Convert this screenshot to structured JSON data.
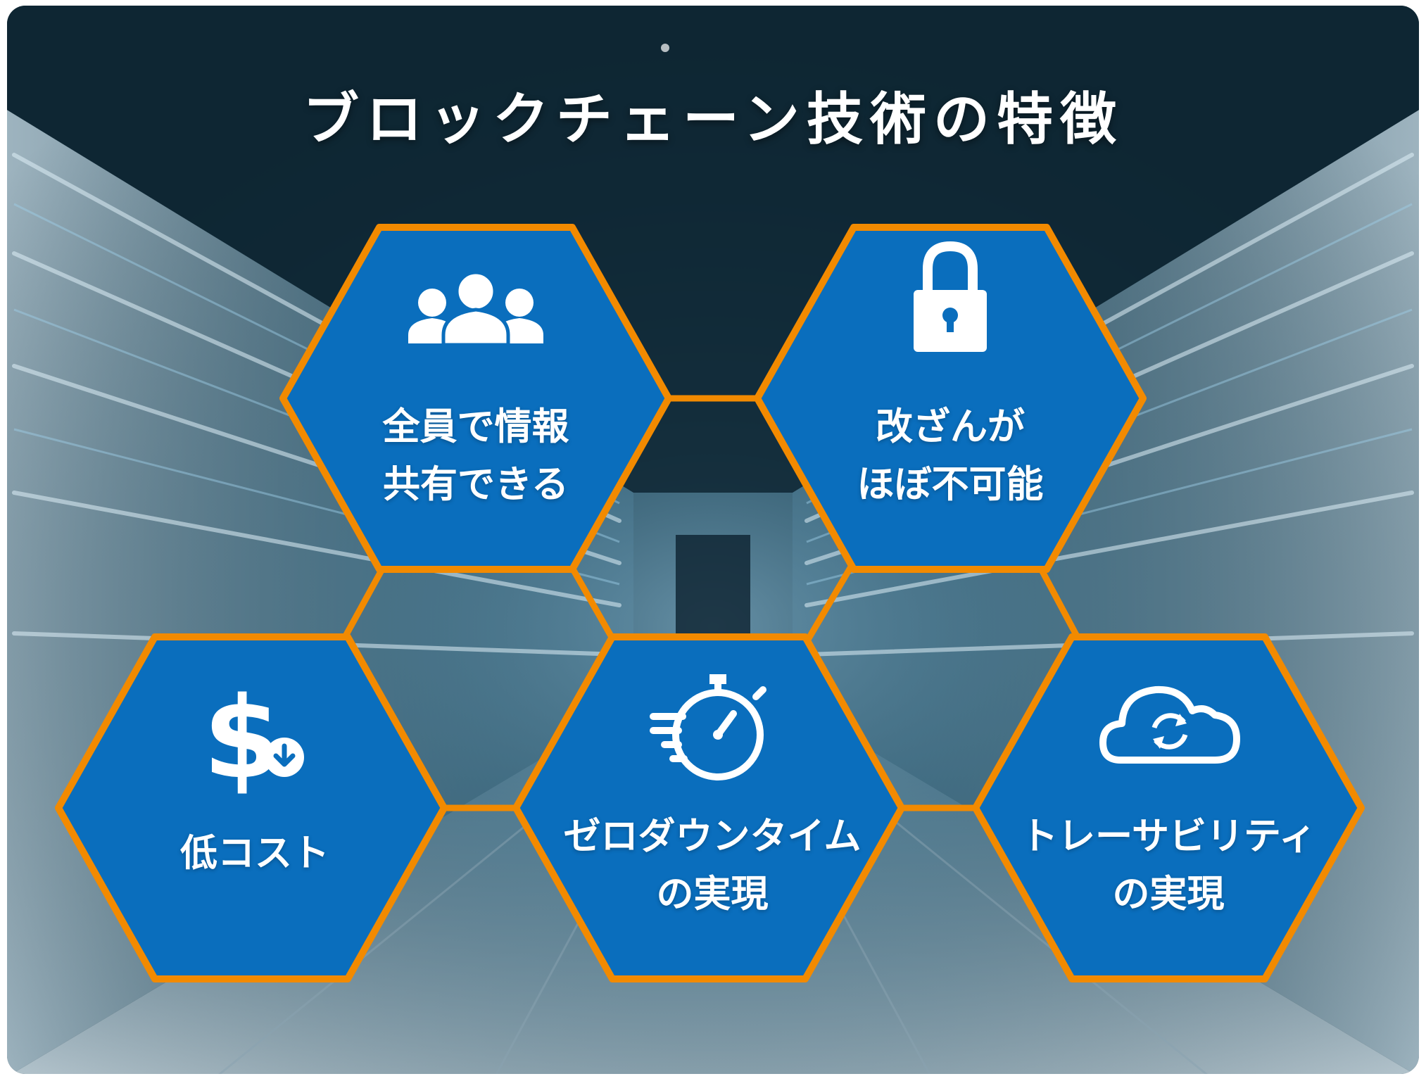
{
  "title": "ブロックチェーン技術の特徴",
  "colors": {
    "hex_fill": "#0a6ebd",
    "hex_border": "#f28a00",
    "connector": "#f28a00",
    "background_dark": "#0d2733",
    "text": "#ffffff"
  },
  "features": [
    {
      "icon": "users-icon",
      "lines": [
        "全員で情報",
        "共有できる"
      ]
    },
    {
      "icon": "lock-icon",
      "lines": [
        "改ざんが",
        "ほぼ不可能"
      ]
    },
    {
      "icon": "dollar-down-icon",
      "lines": [
        "低コスト"
      ]
    },
    {
      "icon": "stopwatch-icon",
      "lines": [
        "ゼロダウンタイム",
        "の実現"
      ]
    },
    {
      "icon": "cloud-sync-icon",
      "lines": [
        "トレーサビリティ",
        "の実現"
      ]
    }
  ]
}
